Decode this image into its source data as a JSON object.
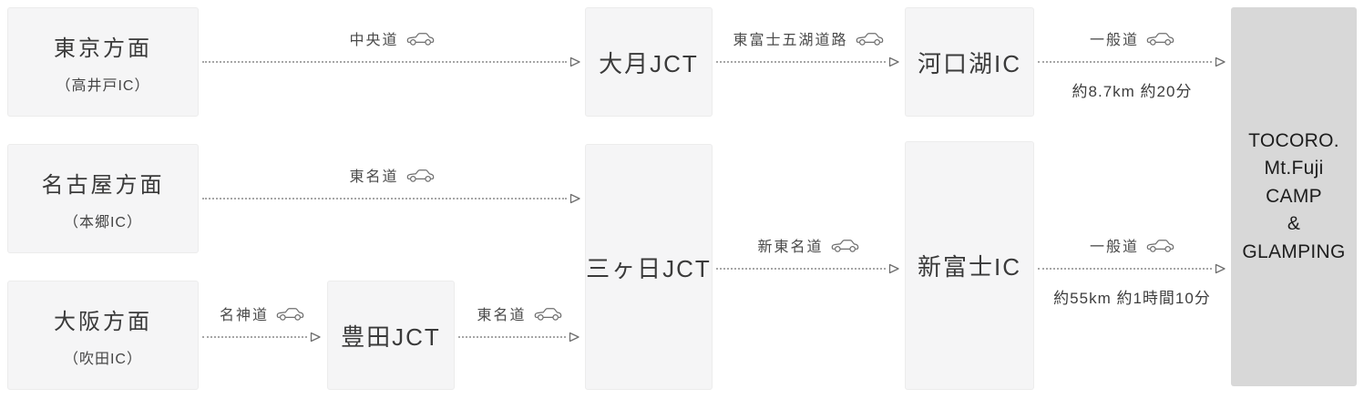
{
  "palette": {
    "node_fill": "#f5f5f6",
    "node_border": "#ececec",
    "destination_fill": "#d8d8d8",
    "text": "#3a3a3a",
    "dotted_line": "#a6a6a6"
  },
  "destination": {
    "lines": [
      "TOCORO.",
      "Mt.Fuji",
      "CAMP",
      "&",
      "GLAMPING"
    ]
  },
  "origins": [
    {
      "name": "東京方面",
      "ic": "（高井戸IC）"
    },
    {
      "name": "名古屋方面",
      "ic": "（本郷IC）"
    },
    {
      "name": "大阪方面",
      "ic": "（吹田IC）"
    }
  ],
  "junctions": [
    {
      "label": "大月JCT"
    },
    {
      "label": "三ヶ日JCT"
    },
    {
      "label": "豊田JCT"
    }
  ],
  "interchanges": [
    {
      "label": "河口湖IC"
    },
    {
      "label": "新富士IC"
    }
  ],
  "routes": [
    {
      "road": "中央道",
      "from": "東京方面（高井戸IC）",
      "to": "大月JCT",
      "note": ""
    },
    {
      "road": "東富士五湖道路",
      "from": "大月JCT",
      "to": "河口湖IC",
      "note": ""
    },
    {
      "road": "一般道",
      "from": "河口湖IC",
      "to": "TOCORO. Mt.Fuji CAMP & GLAMPING",
      "note": "約8.7km 約20分"
    },
    {
      "road": "東名道",
      "from": "名古屋方面（本郷IC）",
      "to": "三ヶ日JCT",
      "note": ""
    },
    {
      "road": "名神道",
      "from": "大阪方面（吹田IC）",
      "to": "豊田JCT",
      "note": ""
    },
    {
      "road": "東名道",
      "from": "豊田JCT",
      "to": "三ヶ日JCT",
      "note": ""
    },
    {
      "road": "新東名道",
      "from": "三ヶ日JCT",
      "to": "新富士IC",
      "note": ""
    },
    {
      "road": "一般道",
      "from": "新富士IC",
      "to": "TOCORO. Mt.Fuji CAMP & GLAMPING",
      "note": "約55km 約1時間10分"
    }
  ]
}
